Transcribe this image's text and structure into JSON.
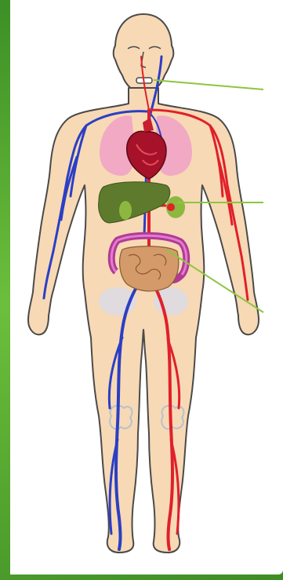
{
  "figure": {
    "subject": "human-circulatory-system",
    "colors": {
      "background_green": "#4a9a2c",
      "panel": "#ffffff",
      "skin": "#f7d9b5",
      "outline": "#4a4a4a",
      "artery": "#e0202a",
      "vein": "#2b3fc4",
      "heart": "#a5122a",
      "lungs": "#f1a9c4",
      "liver": "#5e7a2c",
      "kidneys": "#8cb840",
      "large_intestine": "#b13a96",
      "small_intestine": "#d49a6a",
      "bladder": "#d8dbe8",
      "pointer_line": "#8cc63f"
    },
    "organs": [
      "heart",
      "lungs",
      "liver",
      "kidneys",
      "large-intestine",
      "small-intestine",
      "bladder",
      "knees"
    ],
    "pointers": [
      "mouth-pointer",
      "kidney-pointer",
      "intestine-pointer"
    ]
  }
}
